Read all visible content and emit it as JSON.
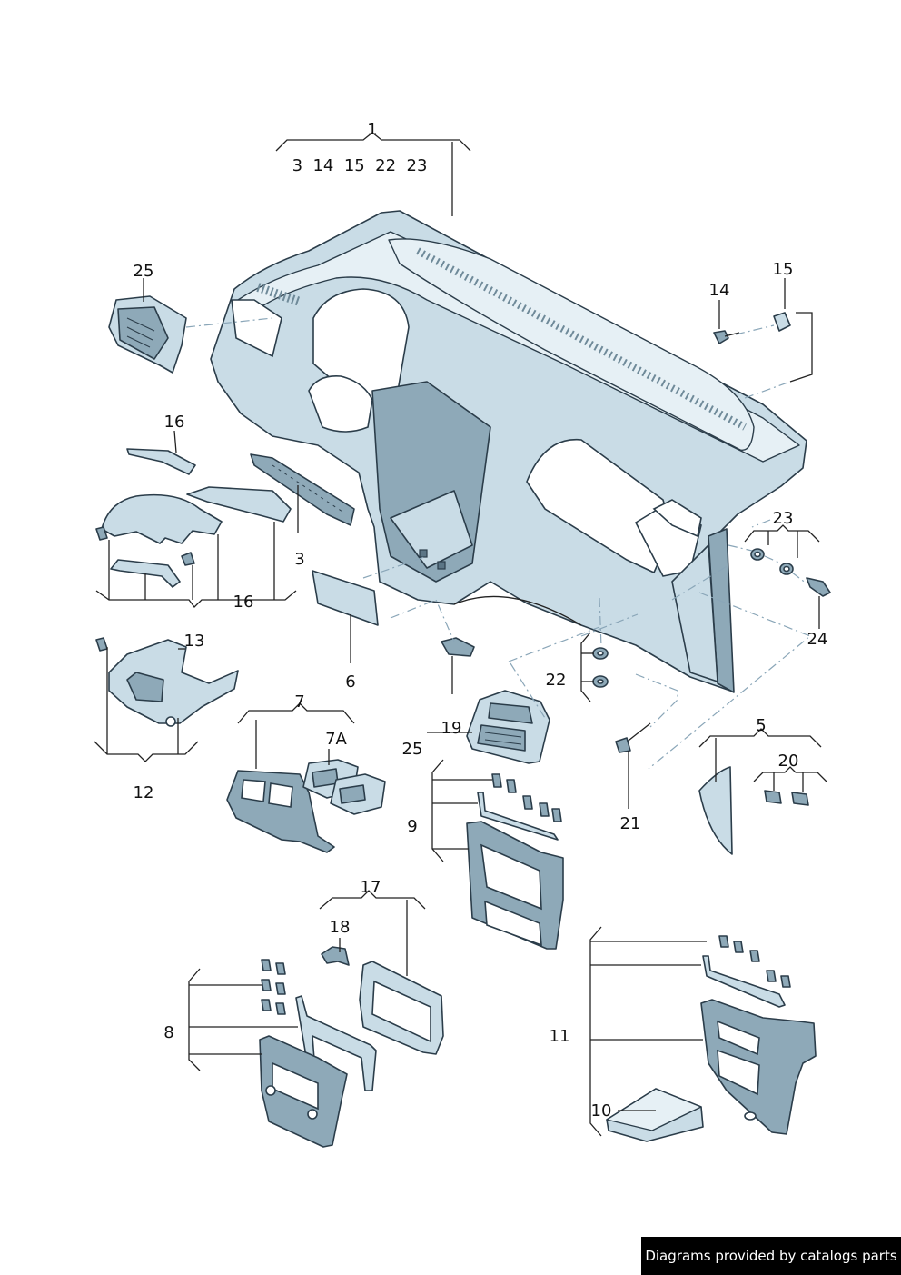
{
  "callouts": {
    "c1": "1",
    "c1_sub": "3  14  15  22  23",
    "c25a": "25",
    "c15": "15",
    "c14": "14",
    "c16a": "16",
    "c3": "3",
    "c16b": "16",
    "c23": "23",
    "c24": "24",
    "c13": "13",
    "c6": "6",
    "c22": "22",
    "c7": "7",
    "c7a": "7A",
    "c19": "19",
    "c25b": "25",
    "c5": "5",
    "c20": "20",
    "c12": "12",
    "c21": "21",
    "c9": "9",
    "c17": "17",
    "c18": "18",
    "c8": "8",
    "c11": "11",
    "c10": "10"
  },
  "footer": {
    "text": "Diagrams provided by catalogs parts"
  },
  "colors": {
    "part_fill": "#c9dce6",
    "part_dark": "#8ea9b8",
    "outline": "#2b3d4a",
    "leader": "#222222",
    "dash": "#8aa6b8"
  }
}
